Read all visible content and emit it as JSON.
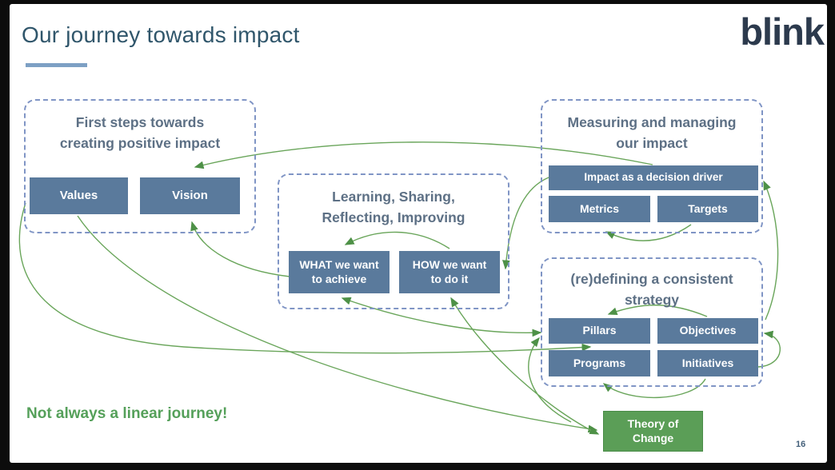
{
  "slide": {
    "title": "Our journey towards impact",
    "logo_text": "blink",
    "footnote": "Not always a linear journey!",
    "page_number": "16"
  },
  "colors": {
    "title_text": "#30566b",
    "title_underline": "#7da0c4",
    "logo_navy": "#2c3a4d",
    "group_border": "#8095c5",
    "group_heading": "#5d7085",
    "node_fill": "#5a7a9c",
    "node_text": "#ffffff",
    "arrow_green": "#69a55a",
    "arrowhead_green": "#4e9147",
    "footnote_green": "#55a05a",
    "theory_of_change_fill": "#5b9e57",
    "page_number_text": "#44607a",
    "slide_background": "#ffffff",
    "frame_background": "#0c0c0c"
  },
  "groups": {
    "first_steps": {
      "title": "First steps towards\ncreating positive impact",
      "values": "Values",
      "vision": "Vision"
    },
    "learning": {
      "title": "Learning, Sharing,\nReflecting, Improving",
      "what": "WHAT we want\nto achieve",
      "how": "HOW we want\nto do it"
    },
    "measuring": {
      "title": "Measuring and managing\nour impact",
      "impact_driver": "Impact as a decision driver",
      "metrics": "Metrics",
      "targets": "Targets"
    },
    "strategy": {
      "title": "(re)defining a consistent\nstrategy",
      "pillars": "Pillars",
      "objectives": "Objectives",
      "programs": "Programs",
      "initiatives": "Initiatives"
    }
  },
  "theory_of_change": {
    "label": "Theory of\nChange"
  },
  "connections": [
    {
      "from": "Impact as a decision driver",
      "to": "Vision",
      "bidirectional": false
    },
    {
      "from": "WHAT we want to achieve",
      "to": "Vision",
      "bidirectional": false
    },
    {
      "from": "HOW we want to do it",
      "to": "WHAT we want to achieve",
      "bidirectional": false
    },
    {
      "from": "Impact as a decision driver",
      "to": "HOW we want to do it",
      "bidirectional": false
    },
    {
      "from": "Targets",
      "to": "Metrics",
      "bidirectional": false
    },
    {
      "from": "Objectives",
      "to": "Impact as a decision driver",
      "bidirectional": false
    },
    {
      "from": "Initiatives",
      "to": "Objectives",
      "bidirectional": false
    },
    {
      "from": "Objectives",
      "to": "Pillars",
      "bidirectional": false
    },
    {
      "from": "WHAT we want to achieve",
      "to": "Pillars",
      "bidirectional": true
    },
    {
      "from": "Values",
      "to": "Strategy group",
      "bidirectional": false
    },
    {
      "from": "Values",
      "to": "Theory of Change",
      "bidirectional": false
    },
    {
      "from": "Theory of Change",
      "to": "HOW we want to do it",
      "bidirectional": true
    },
    {
      "from": "Theory of Change",
      "to": "Pillars",
      "bidirectional": false
    },
    {
      "from": "Initiatives",
      "to": "Programs",
      "bidirectional": false
    }
  ]
}
